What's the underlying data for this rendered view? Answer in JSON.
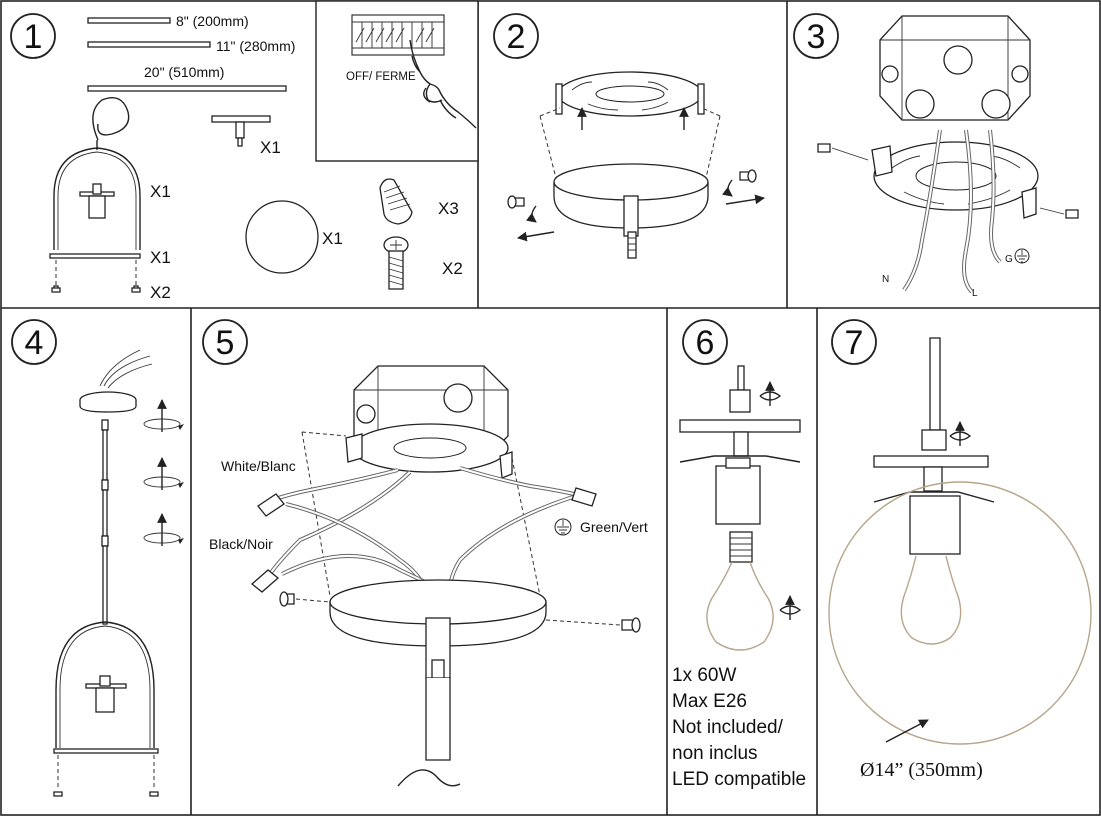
{
  "steps": [
    {
      "number": "1"
    },
    {
      "number": "2"
    },
    {
      "number": "3"
    },
    {
      "number": "4"
    },
    {
      "number": "5"
    },
    {
      "number": "6"
    },
    {
      "number": "7"
    }
  ],
  "step1": {
    "rod_8": "8\" (200mm)",
    "rod_11": "11\" (280mm)",
    "rod_20": "20\" (510mm)",
    "switch_label": "OFF/ FERME",
    "qty_crossbar": "X1",
    "qty_frame": "X1",
    "qty_base_bar": "X1",
    "qty_feet": "X2",
    "qty_globe": "X1",
    "qty_wire_nuts": "X3",
    "qty_screws": "X2"
  },
  "step3": {
    "neutral": "N",
    "live": "L",
    "ground": "G"
  },
  "step5": {
    "white_wire": "White/Blanc",
    "black_wire": "Black/Noir",
    "green_wire": "Green/Vert"
  },
  "step6": {
    "bulb_line1": "1x 60W",
    "bulb_line2": "Max E26",
    "bulb_line3": "Not included/",
    "bulb_line4": "non inclus",
    "bulb_line5": "LED compatible"
  },
  "step7": {
    "diameter": "Ø14” (350mm)"
  }
}
